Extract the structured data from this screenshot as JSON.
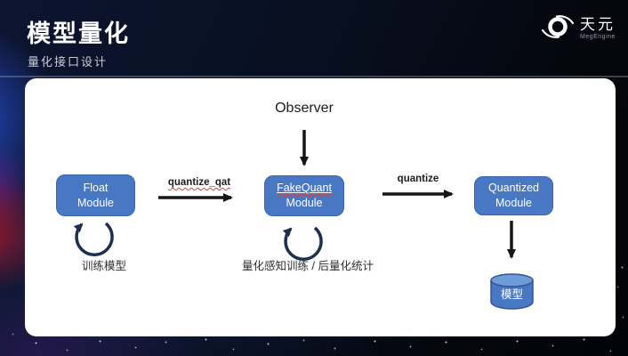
{
  "slide": {
    "title": "模型量化",
    "subtitle": "量化接口设计"
  },
  "brand": {
    "name": "天元",
    "subname": "MegEngine",
    "icon": "megengine-swirl-icon"
  },
  "diagram": {
    "observer": "Observer",
    "float_module": {
      "line1": "Float",
      "line2": "Module"
    },
    "fakequant_module": {
      "line1": "FakeQuant",
      "line2": "Module"
    },
    "quantized_module": {
      "line1": "Quantized",
      "line2": "Module"
    },
    "edge_quantize_qat": "quantize_qat",
    "edge_quantize": "quantize",
    "loop_train": "训练模型",
    "loop_qat": "量化感知训练 / 后量化统计",
    "model_store": "模型"
  },
  "colors": {
    "node_fill": "#4878c4",
    "node_border": "#3a66ae",
    "arrow": "#161616",
    "loop_arrow": "#1e3050",
    "spellcheck_underline": "#e03c31",
    "background_blue": "#2648c3",
    "background_red": "#aa1930"
  }
}
